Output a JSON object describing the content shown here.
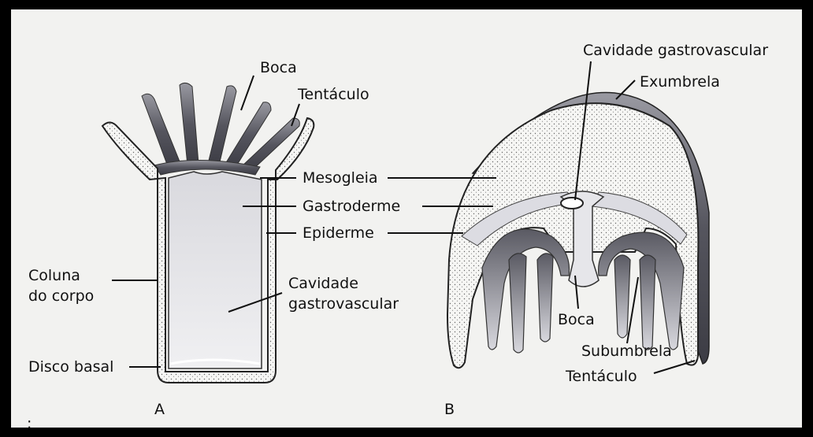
{
  "diagram_a": {
    "caption": "A",
    "labels": {
      "mouth": "Boca",
      "tentacle": "Tentáculo",
      "mesoglea": "Mesogleia",
      "gastrodermis": "Gastroderme",
      "epidermis": "Epiderme",
      "body_column_1": "Coluna",
      "body_column_2": "do corpo",
      "cavity_1": "Cavidade",
      "cavity_2": "gastrovascular",
      "basal_disc": "Disco basal"
    }
  },
  "diagram_b": {
    "caption": "B",
    "labels": {
      "cavity": "Cavidade gastrovascular",
      "exumbrella": "Exumbrela",
      "mouth": "Boca",
      "subumbrella": "Subumbrela",
      "tentacle": "Tentáculo"
    }
  },
  "footnote": ":",
  "colors": {
    "background": "#f2f2f0",
    "tentacle_dark": "#4a4a52",
    "gastroderm": "#e4e4e8",
    "mesoglea_dots": "#555555"
  }
}
